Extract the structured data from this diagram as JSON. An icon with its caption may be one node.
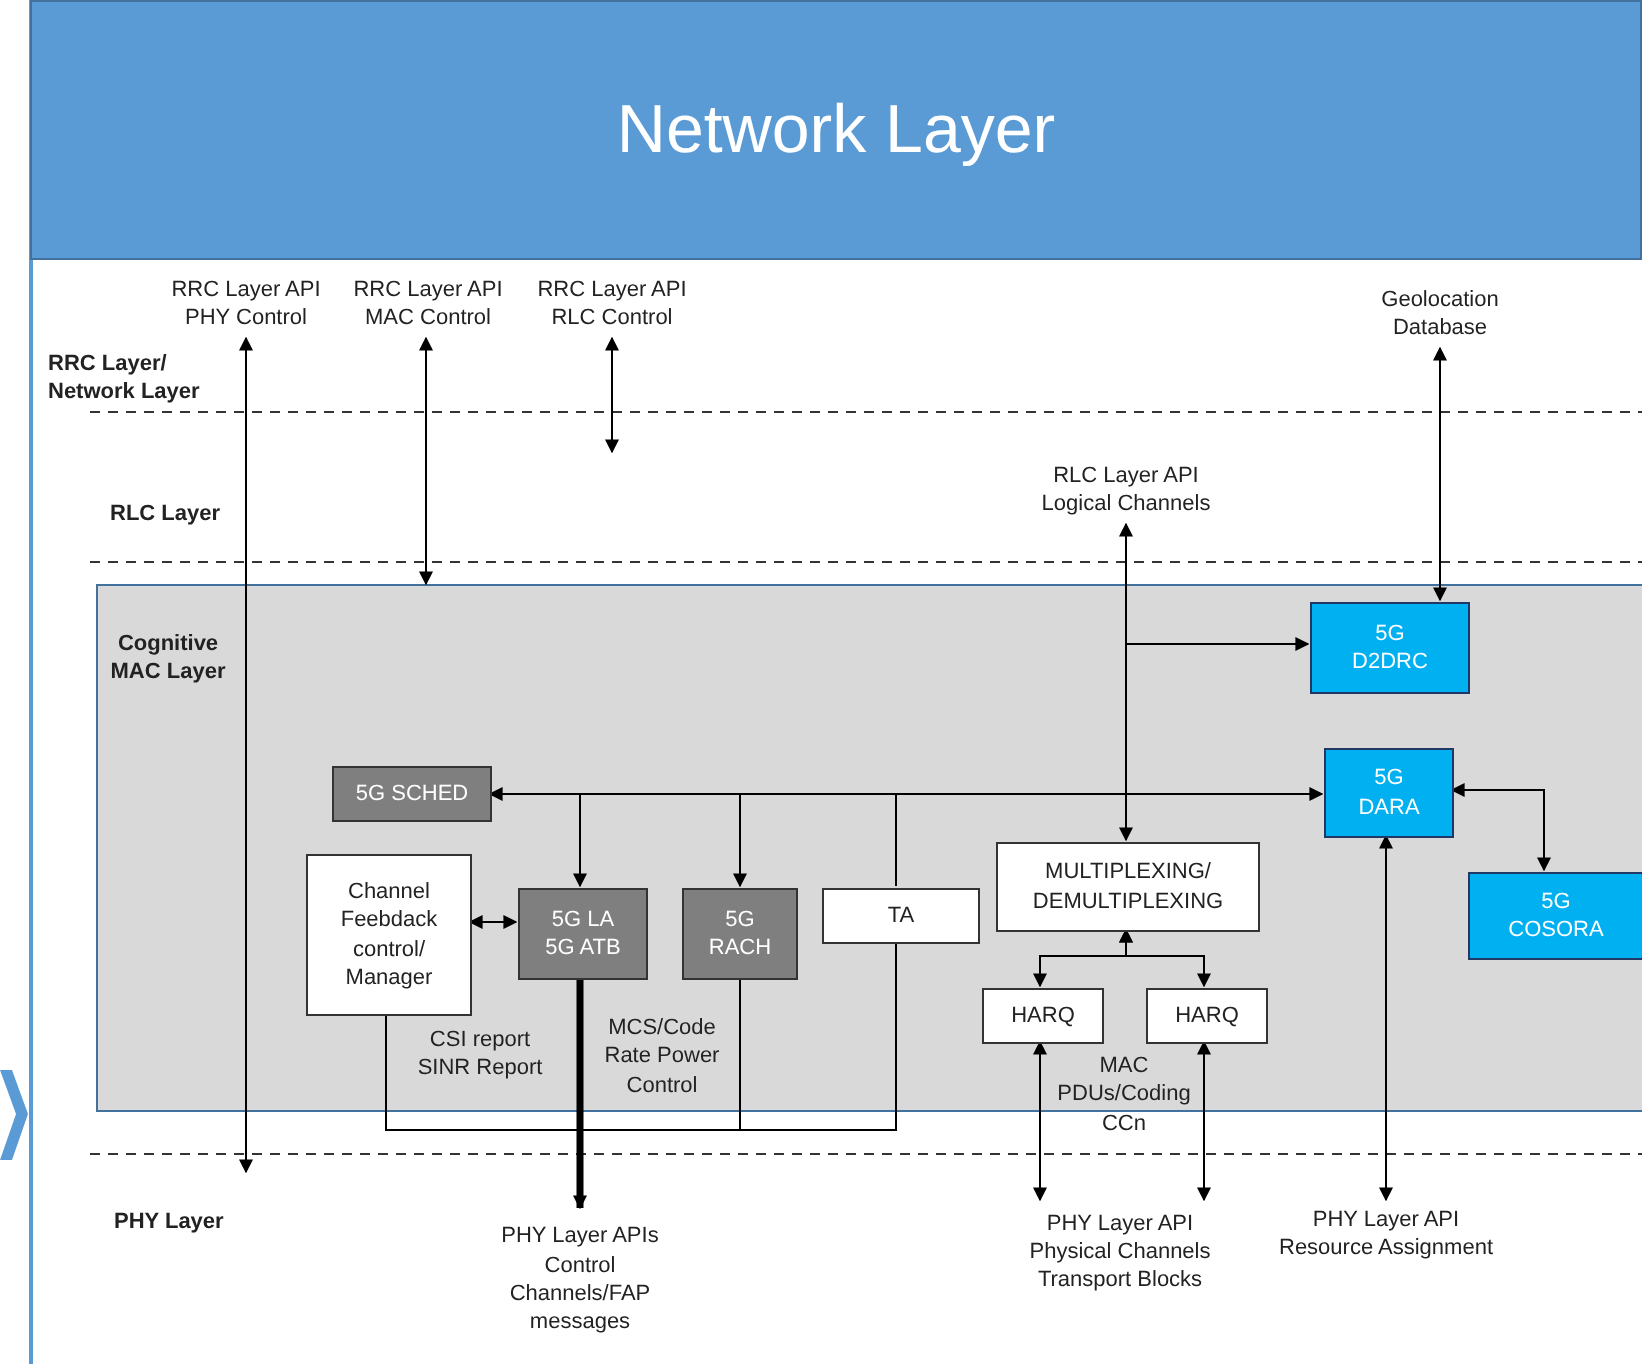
{
  "diagram": {
    "nodes": [
      {
        "text": [
          "Network Layer"
        ]
      },
      {
        "text": [
          "RRC Layer API PHY Control"
        ]
      },
      {
        "text": [
          "RRC Layer API MAC Control"
        ]
      },
      {
        "text": [
          "RRC Layer API RLC Control"
        ]
      },
      {
        "text": [
          "Geolocation Database"
        ]
      },
      {
        "text": [
          "RLC Layer API Logical Channels"
        ]
      },
      {
        "text": [
          "Cognitive MAC Layer"
        ]
      },
      {
        "text": [
          "5G D2DRC"
        ],
        "in": 6
      },
      {
        "text": [
          "5G SCHED"
        ],
        "in": 6
      },
      {
        "text": [
          "5G DARA"
        ],
        "in": 6
      },
      {
        "text": [
          "Channel Feebdack control/ Manager"
        ],
        "in": 6
      },
      {
        "text": [
          "5G LA 5G ATB"
        ],
        "in": 6
      },
      {
        "text": [
          "5G RACH"
        ],
        "in": 6
      },
      {
        "text": [
          "TA"
        ],
        "in": 6
      },
      {
        "text": [
          "MULTIPLEXING/ DEMULTIPLEXING"
        ],
        "in": 6
      },
      {
        "text": [
          "5G COSORA"
        ],
        "in": 6
      },
      {
        "text": [
          "HARQ"
        ],
        "in": 6
      },
      {
        "text": [
          "HARQ"
        ],
        "in": 6
      },
      {
        "text": [
          "PHY Layer APIs Control Channels/FAP messages"
        ]
      },
      {
        "text": [
          "PHY Layer API Physical Channels Transport Blocks"
        ]
      },
      {
        "text": [
          "PHY Layer API Resource Assignment"
        ]
      }
    ],
    "edges": [
      {
        "from": null,
        "to": 1,
        "arrow": "both"
      },
      {
        "from": 2,
        "to": 6,
        "arrow": "both"
      },
      {
        "from": 3,
        "to": null,
        "arrow": "both"
      },
      {
        "from": 4,
        "to": 7,
        "arrow": "both"
      },
      {
        "from": 5,
        "to": 14,
        "arrow": "both"
      },
      {
        "from": 5,
        "to": 7,
        "arrow": "to"
      },
      {
        "from": 8,
        "to": 9,
        "arrow": "both"
      },
      {
        "from": 8,
        "to": 11,
        "arrow": "to"
      },
      {
        "from": 8,
        "to": 12,
        "arrow": "to"
      },
      {
        "from": 8,
        "to": 13,
        "arrow": "none"
      },
      {
        "from": 10,
        "to": 13,
        "arrow": "none"
      },
      {
        "from": 12,
        "to": 13,
        "arrow": "none"
      },
      {
        "from": 10,
        "to": 11,
        "arrow": "both"
      },
      {
        "from": 11,
        "to": 18,
        "arrow": "to",
        "style": "thick"
      },
      {
        "from": 14,
        "to": 16,
        "arrow": "both"
      },
      {
        "from": 14,
        "to": 17,
        "arrow": "both"
      },
      {
        "from": 16,
        "to": 19,
        "arrow": "both"
      },
      {
        "from": 17,
        "to": 19,
        "arrow": "both"
      },
      {
        "from": 9,
        "to": 20,
        "arrow": "both"
      },
      {
        "from": 9,
        "to": 15,
        "arrow": "both"
      }
    ],
    "labels": [
      "RRC Layer/ Network Layer",
      "RLC Layer",
      "PHY Layer",
      "CSI report SINR Report",
      "MCS/Code Rate Power Control",
      "MAC PDUs/Coding CCn"
    ]
  }
}
